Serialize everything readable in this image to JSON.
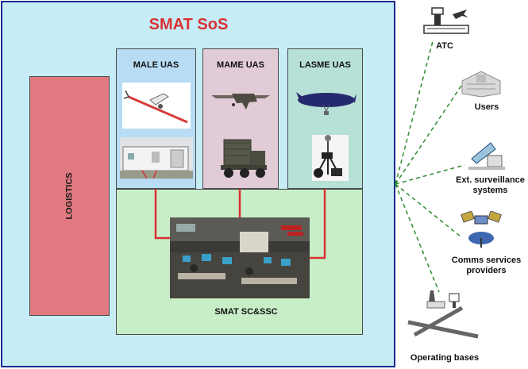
{
  "title": "SMAT SoS",
  "logistics": "LOGISTICS",
  "uas": [
    {
      "name": "MALE UAS"
    },
    {
      "name": "MAME UAS"
    },
    {
      "name": "LASME UAS"
    }
  ],
  "center": "SMAT SC&SSC",
  "external": [
    {
      "label": "ATC",
      "icon": "atc-tower-icon"
    },
    {
      "label": "Users",
      "icon": "users-building-icon"
    },
    {
      "label": "Ext. surveillance systems",
      "icon": "radar-icon"
    },
    {
      "label": "Comms services providers",
      "icon": "satellite-dish-icon"
    },
    {
      "label": "Operating bases",
      "icon": "airbase-icon"
    }
  ],
  "colors": {
    "sos_bg": "#c6ecf6",
    "title": "#d93232",
    "logistics": "#e17a80",
    "male": "#b7dcf4",
    "mame": "#e1cbd6",
    "lasme": "#b7e1d6",
    "center": "#c8eec8",
    "link_red": "#d93232",
    "link_green": "#2e8b2e"
  }
}
